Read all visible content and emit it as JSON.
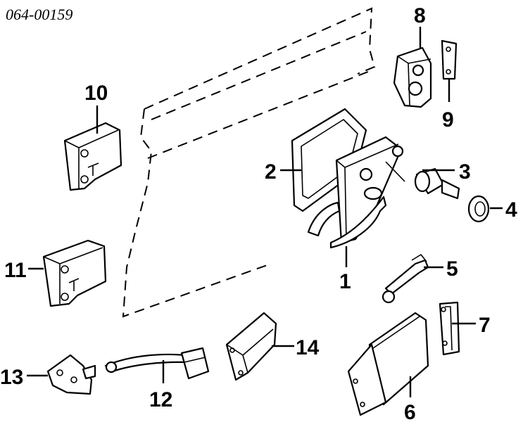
{
  "diagram": {
    "code": "064-00159",
    "callouts": [
      "1",
      "2",
      "3",
      "4",
      "5",
      "6",
      "7",
      "8",
      "9",
      "10",
      "11",
      "12",
      "13",
      "14"
    ]
  }
}
